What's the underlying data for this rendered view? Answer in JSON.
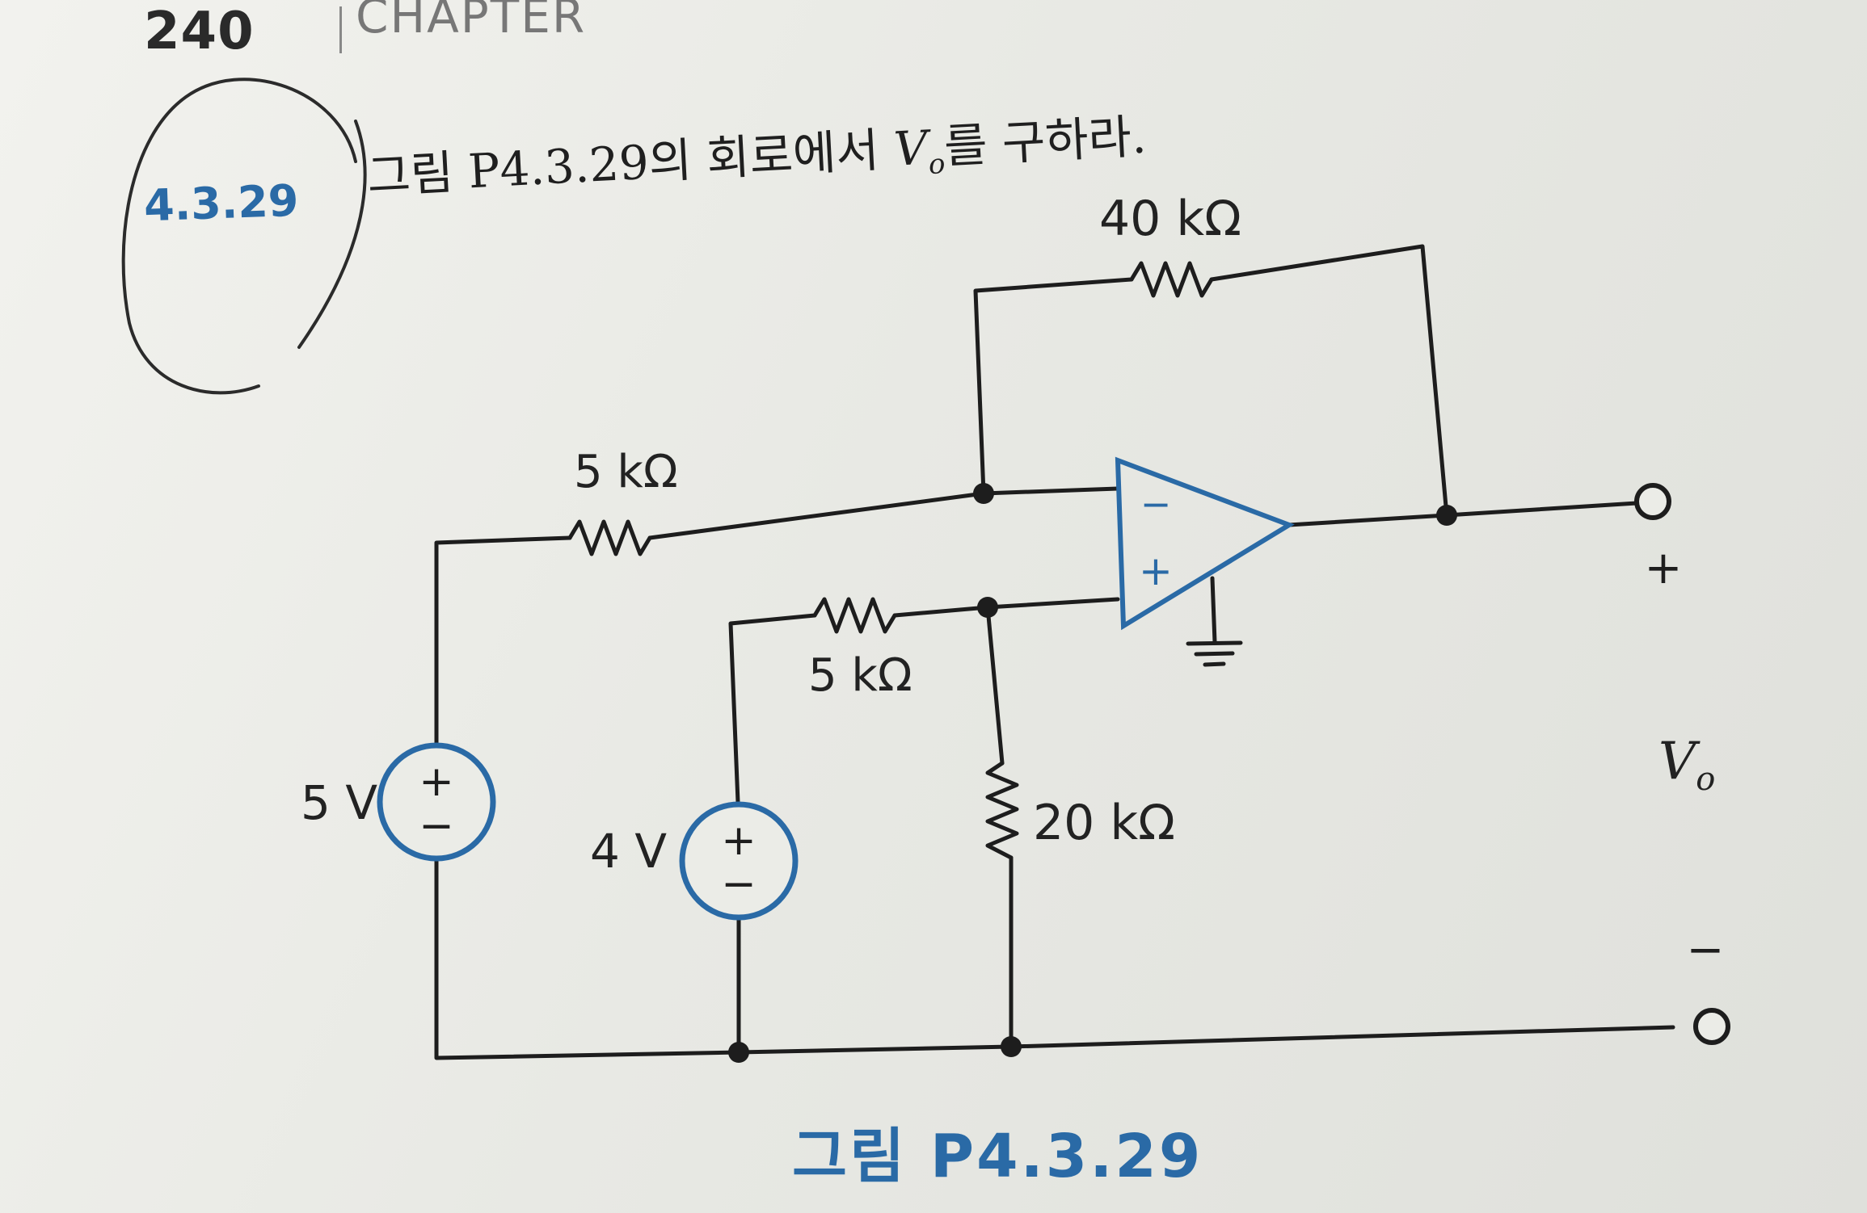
{
  "header": {
    "page_number": "240",
    "chapter_label": "CHAPTER"
  },
  "problem": {
    "number": "4.3.29",
    "text_prefix": "그림 P4.3.29의 회로에서 ",
    "variable": "V",
    "variable_sub": "o",
    "text_suffix": "를 구하라."
  },
  "circuit": {
    "feedback_resistor": "40 kΩ",
    "input_resistor_top": "5 kΩ",
    "input_resistor_mid": "5 kΩ",
    "shunt_resistor": "20 kΩ",
    "source_left": "5 V",
    "source_middle": "4 V",
    "source_polarity_plus": "+",
    "source_polarity_minus": "−",
    "opamp_inverting": "−",
    "opamp_noninverting": "+",
    "output_plus": "+",
    "output_minus": "−",
    "output_label": "V",
    "output_label_sub": "o"
  },
  "figure_caption": "그림 P4.3.29",
  "colors": {
    "accent_blue": "#2a6aa6",
    "wire": "#1d1d1d",
    "pen_ink": "#2b2b2b"
  }
}
